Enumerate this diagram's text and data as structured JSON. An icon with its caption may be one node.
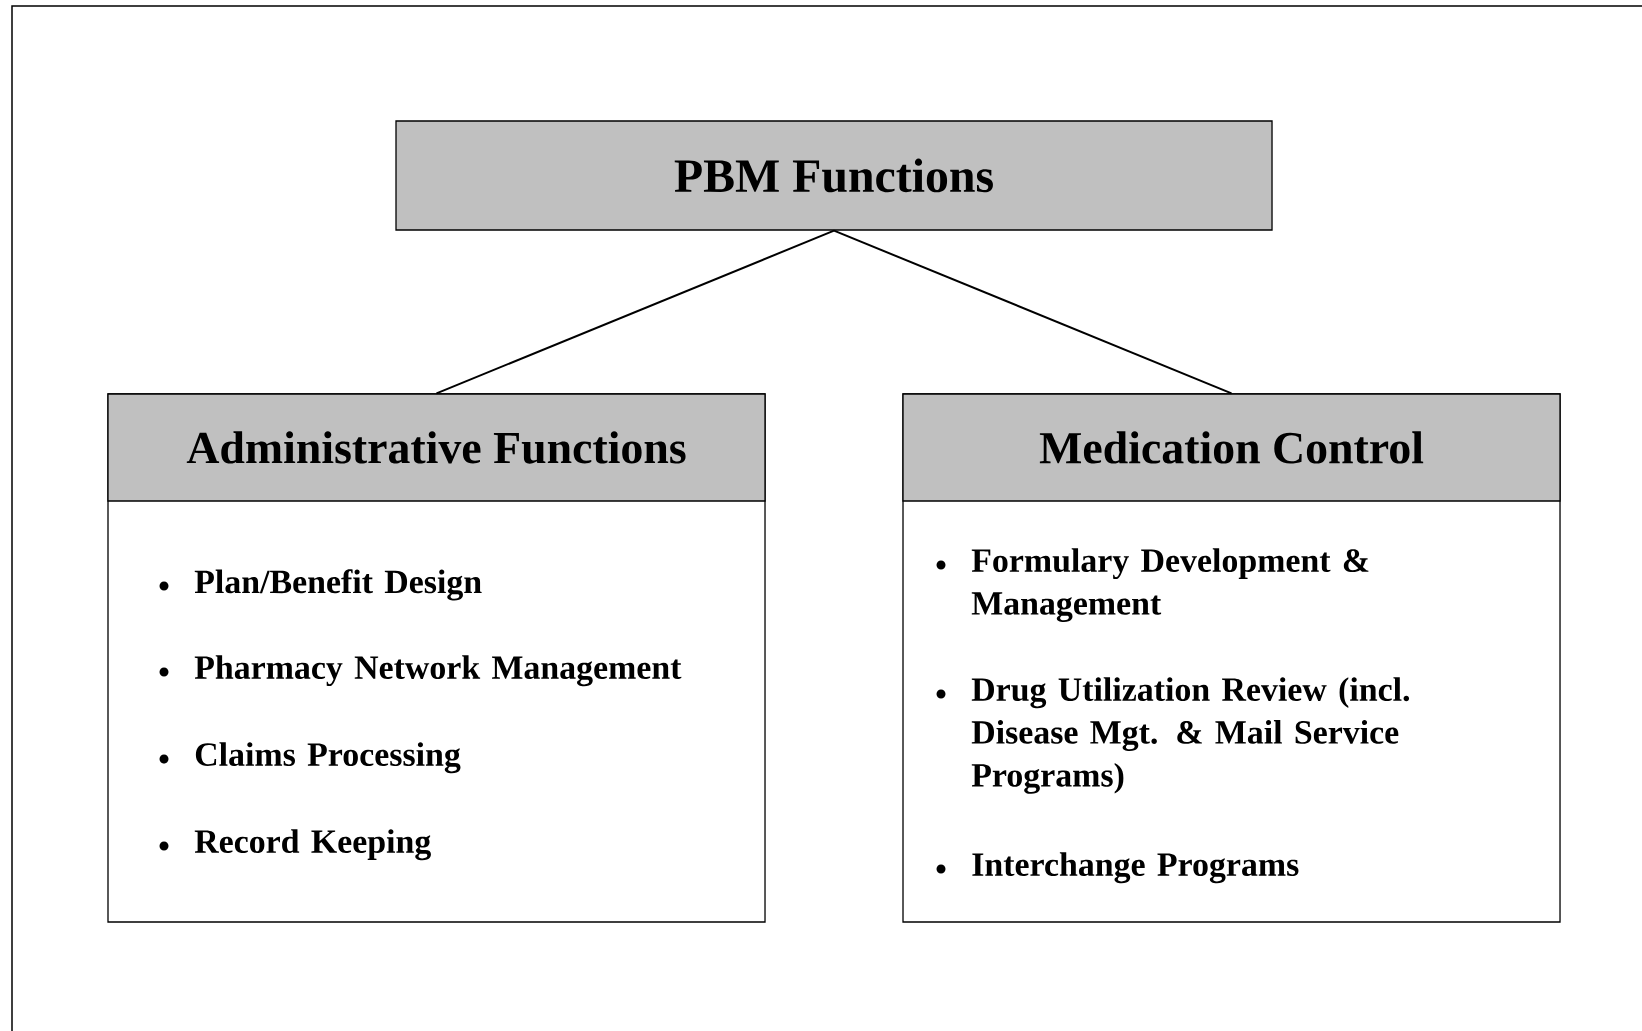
{
  "diagram": {
    "nodes": [
      {
        "text": [
          "PBM Functions"
        ]
      },
      {
        "text": [
          "Administrative Functions",
          "Plan/Benefit Design",
          "Pharmacy Network Management",
          "Claims Processing",
          "Record Keeping"
        ]
      },
      {
        "text": [
          "Medication Control",
          "Formulary Development & Management",
          "Drug Utilization Review (incl. Disease Mgt. & Mail Service Programs)",
          "Interchange Programs"
        ]
      }
    ],
    "edges": [
      {
        "from": 0,
        "to": 1,
        "arrow": "none"
      },
      {
        "from": 0,
        "to": 2,
        "arrow": "none"
      }
    ]
  }
}
